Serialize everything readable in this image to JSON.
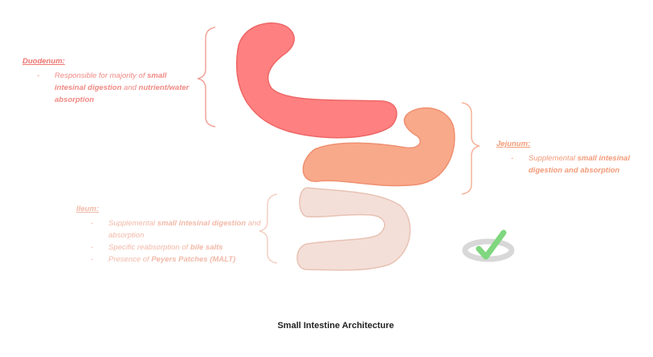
{
  "title": "Small Intestine Architecture",
  "colors": {
    "duodenum": "#ff8080",
    "jejunum": "#f8a98a",
    "ileum": "#f3dfd8",
    "duodenum_text": "#f08a84",
    "jejunum_text": "#f39a78",
    "ileum_text": "#f2b9a8",
    "check": "#7fd77f"
  },
  "duodenum": {
    "heading": "Duodenum:",
    "item1_plain": "Responsible for majority of ",
    "item1_bold1": "small intesinal digestion",
    "item1_mid": " and ",
    "item1_bold2": "nutrient/water absorption"
  },
  "jejunum": {
    "heading": "Jejunum:",
    "item1_plain": "Supplemental ",
    "item1_bold": "small intesinal digestion and absorption"
  },
  "ileum": {
    "heading": "Ileum:",
    "item1_plain": "Supplemental ",
    "item1_bold": "small intesinal digestion",
    "item1_tail": " and absorption",
    "item2_plain": "Specific reabsorption of ",
    "item2_bold": "bile salts",
    "item3_plain": "Presence of ",
    "item3_bold": "Peyers Patches (MALT)"
  },
  "icons": {
    "checkmark": "checkmark-logo-icon"
  }
}
